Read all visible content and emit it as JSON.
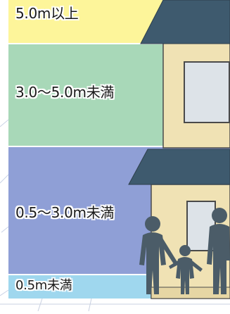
{
  "bands": [
    {
      "label": "5.0m以上",
      "color": "#fdf59a"
    },
    {
      "label": "3.0〜5.0m未満",
      "color": "#a8d8b8"
    },
    {
      "label": "0.5〜3.0m未満",
      "color": "#8f9fd6"
    },
    {
      "label": "0.5m未満",
      "color": "#9fd7ee"
    }
  ],
  "colors": {
    "house_wall": "#f0e2b4",
    "house_roof": "#3e5a6e",
    "house_window": "#dde3e8",
    "house_outline": "#4a4a4a",
    "people": "#4b5c68",
    "ground": "#ffffff"
  },
  "icons": [
    "house-icon",
    "adult-figure-icon",
    "child-figure-icon"
  ]
}
